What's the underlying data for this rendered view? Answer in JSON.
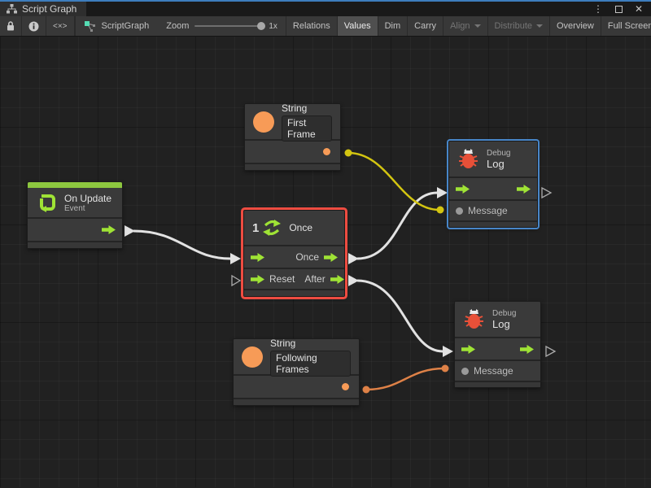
{
  "window": {
    "tab_title": "Script Graph"
  },
  "toolbar": {
    "code_icon_text": "<×>",
    "graph_label": "ScriptGraph",
    "zoom_label": "Zoom",
    "zoom_value": "1x",
    "buttons": {
      "relations": "Relations",
      "values": "Values",
      "dim": "Dim",
      "carry": "Carry",
      "align": "Align",
      "distribute": "Distribute",
      "overview": "Overview",
      "fullscreen": "Full Screen"
    }
  },
  "nodes": {
    "string_first": {
      "title": "String",
      "value": "First Frame"
    },
    "on_update": {
      "title": "On Update",
      "subtitle": "Event"
    },
    "once": {
      "number": "1",
      "title": "Once",
      "out1": "Once",
      "in2": "Reset",
      "out2": "After"
    },
    "debug_top": {
      "subtitle": "Debug",
      "title": "Log",
      "message": "Message"
    },
    "debug_bottom": {
      "subtitle": "Debug",
      "title": "Log",
      "message": "Message"
    },
    "string_following": {
      "title": "String",
      "value": "Following Frames"
    }
  },
  "colors": {
    "flow_green": "#9fe335",
    "event_green": "#8dc73f",
    "string_orange": "#f79b57",
    "bug_red": "#e85038",
    "wire_white": "#e2e2e2",
    "wire_yellow": "#d3c511",
    "wire_orange": "#de8147",
    "selection_red": "#ee4c41",
    "selection_blue": "#4886c8"
  }
}
